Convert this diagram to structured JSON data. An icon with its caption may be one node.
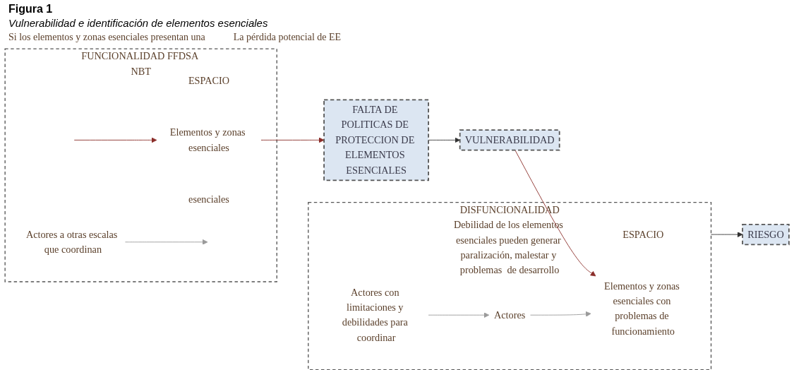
{
  "diagram": {
    "title": "Figura 1",
    "caption": "Vulnerabilidad e identificación de elementos esenciales",
    "nodes": [
      {
        "text": [
          "FUNCIONALIDAD FFDSA NBT"
        ]
      },
      {
        "text": [
          "ESPACIO"
        ],
        "in": 0
      },
      {
        "text": [
          "Elementos y zonas esenciales"
        ],
        "in": 0
      },
      {
        "text": [
          "esenciales"
        ],
        "in": 0
      },
      {
        "text": [
          "Actores a otras escalas que coordinan"
        ],
        "in": 0
      },
      {
        "text": [
          "FALTA DE POLITICAS DE PROTECCION DE ELEMENTOS ESENCIALES"
        ]
      },
      {
        "text": [
          "VULNERABILIDAD"
        ]
      },
      {
        "text": [
          "DISFUNCIONALIDAD",
          "Debilidad de los elementos esenciales pueden generar paralización, malestar y problemas  de desarrollo"
        ]
      },
      {
        "text": [
          "ESPACIO"
        ],
        "in": 7
      },
      {
        "text": [
          "Elementos y zonas esenciales con problemas de funcionamiento"
        ],
        "in": 7
      },
      {
        "text": [
          "Actores con limitaciones y debilidades para coordinar"
        ],
        "in": 7
      },
      {
        "text": [
          "Actores"
        ],
        "in": 7
      },
      {
        "text": [
          "RIESGO"
        ]
      }
    ],
    "edges": [
      {
        "from": null,
        "to": 2,
        "arrow": "to",
        "color": "#8b2e2a"
      },
      {
        "from": 2,
        "to": 5,
        "arrow": "to",
        "color": "#8b2e2a"
      },
      {
        "from": 4,
        "to": null,
        "arrow": "to",
        "color": "#9a9a9a"
      },
      {
        "from": 5,
        "to": 6,
        "arrow": "to"
      },
      {
        "from": 6,
        "to": 9,
        "arrow": "to",
        "color": "#8b2e2a"
      },
      {
        "from": 10,
        "to": 11,
        "arrow": "to",
        "color": "#9a9a9a"
      },
      {
        "from": 11,
        "to": 9,
        "arrow": "to",
        "color": "#9a9a9a"
      },
      {
        "from": 7,
        "to": 12,
        "arrow": "to"
      }
    ],
    "labels": [
      "Si los elementos y zonas esenciales presentan una",
      "La pérdida potencial de EE"
    ]
  }
}
